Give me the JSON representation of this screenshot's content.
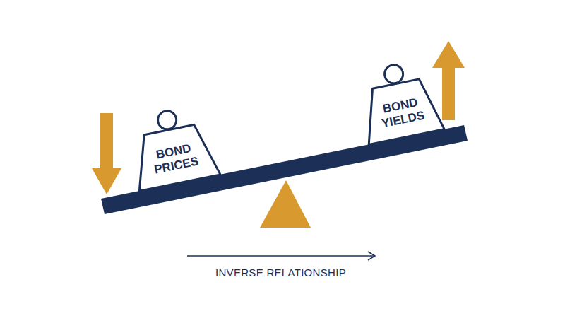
{
  "diagram": {
    "nodes": [
      {
        "text": [
          "BOND PRICES"
        ]
      },
      {
        "text": [
          "BOND YIELDS"
        ]
      }
    ],
    "labels": [
      "INVERSE RELATIONSHIP"
    ]
  }
}
